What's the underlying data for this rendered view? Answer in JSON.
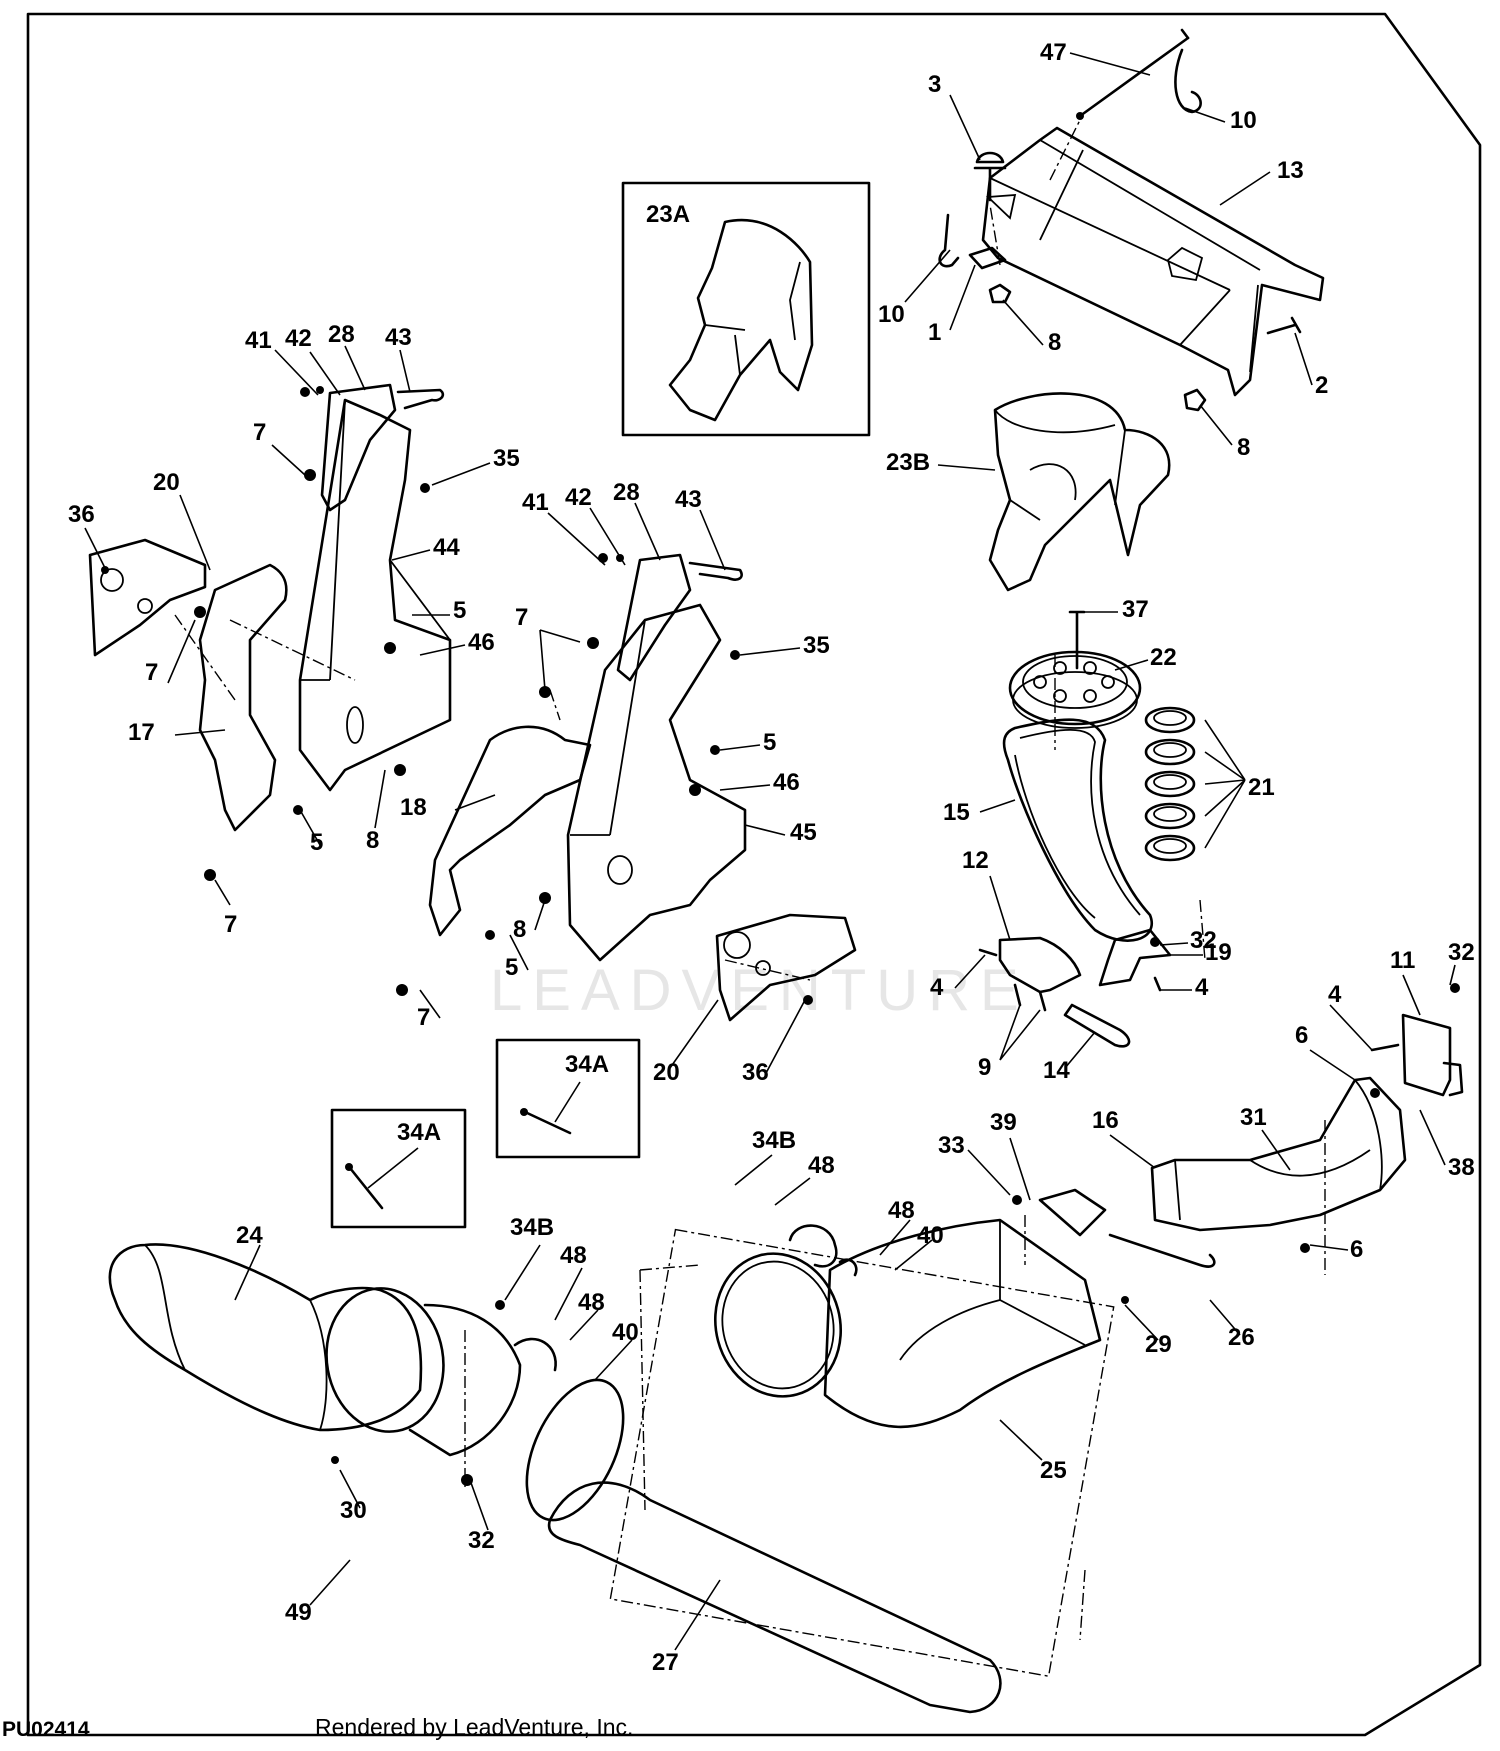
{
  "figure_code": "PU02414",
  "credit": "Rendered by LeadVenture, Inc.",
  "watermark": "LEADVENTURE",
  "inset_labels": [
    "23A",
    "34A",
    "34A"
  ],
  "callouts": [
    {
      "id": "c47",
      "label": "47"
    },
    {
      "id": "c3",
      "label": "3"
    },
    {
      "id": "c10a",
      "label": "10"
    },
    {
      "id": "c13",
      "label": "13"
    },
    {
      "id": "c10b",
      "label": "10"
    },
    {
      "id": "c1",
      "label": "1"
    },
    {
      "id": "c8a",
      "label": "8"
    },
    {
      "id": "c2",
      "label": "2"
    },
    {
      "id": "c8b",
      "label": "8"
    },
    {
      "id": "c23b",
      "label": "23B"
    },
    {
      "id": "c37",
      "label": "37"
    },
    {
      "id": "c22",
      "label": "22"
    },
    {
      "id": "c21",
      "label": "21"
    },
    {
      "id": "c15",
      "label": "15"
    },
    {
      "id": "c12",
      "label": "12"
    },
    {
      "id": "c32a",
      "label": "32"
    },
    {
      "id": "c19",
      "label": "19"
    },
    {
      "id": "c4a",
      "label": "4"
    },
    {
      "id": "c4b",
      "label": "4"
    },
    {
      "id": "c9",
      "label": "9"
    },
    {
      "id": "c14",
      "label": "14"
    },
    {
      "id": "c11",
      "label": "11"
    },
    {
      "id": "c32b",
      "label": "32"
    },
    {
      "id": "c4c",
      "label": "4"
    },
    {
      "id": "c6a",
      "label": "6"
    },
    {
      "id": "c38",
      "label": "38"
    },
    {
      "id": "c31",
      "label": "31"
    },
    {
      "id": "c16",
      "label": "16"
    },
    {
      "id": "c6b",
      "label": "6"
    },
    {
      "id": "c41a",
      "label": "41"
    },
    {
      "id": "c42a",
      "label": "42"
    },
    {
      "id": "c28a",
      "label": "28"
    },
    {
      "id": "c43a",
      "label": "43"
    },
    {
      "id": "c7a",
      "label": "7"
    },
    {
      "id": "c35a",
      "label": "35"
    },
    {
      "id": "c20a",
      "label": "20"
    },
    {
      "id": "c36a",
      "label": "36"
    },
    {
      "id": "c44",
      "label": "44"
    },
    {
      "id": "c5a",
      "label": "5"
    },
    {
      "id": "c46a",
      "label": "46"
    },
    {
      "id": "c7b",
      "label": "7"
    },
    {
      "id": "c17",
      "label": "17"
    },
    {
      "id": "c8c",
      "label": "8"
    },
    {
      "id": "c5b",
      "label": "5"
    },
    {
      "id": "c7c",
      "label": "7"
    },
    {
      "id": "c41b",
      "label": "41"
    },
    {
      "id": "c42b",
      "label": "42"
    },
    {
      "id": "c28b",
      "label": "28"
    },
    {
      "id": "c43b",
      "label": "43"
    },
    {
      "id": "c7d",
      "label": "7"
    },
    {
      "id": "c35b",
      "label": "35"
    },
    {
      "id": "c5c",
      "label": "5"
    },
    {
      "id": "c46b",
      "label": "46"
    },
    {
      "id": "c45",
      "label": "45"
    },
    {
      "id": "c18",
      "label": "18"
    },
    {
      "id": "c8d",
      "label": "8"
    },
    {
      "id": "c5d",
      "label": "5"
    },
    {
      "id": "c7e",
      "label": "7"
    },
    {
      "id": "c20b",
      "label": "20"
    },
    {
      "id": "c36b",
      "label": "36"
    },
    {
      "id": "c34b1",
      "label": "34B"
    },
    {
      "id": "c48a",
      "label": "48"
    },
    {
      "id": "c48b",
      "label": "48"
    },
    {
      "id": "c40a",
      "label": "40"
    },
    {
      "id": "c33",
      "label": "33"
    },
    {
      "id": "c39",
      "label": "39"
    },
    {
      "id": "c29",
      "label": "29"
    },
    {
      "id": "c26",
      "label": "26"
    },
    {
      "id": "c25",
      "label": "25"
    },
    {
      "id": "c24",
      "label": "24"
    },
    {
      "id": "c34b2",
      "label": "34B"
    },
    {
      "id": "c48c",
      "label": "48"
    },
    {
      "id": "c48d",
      "label": "48"
    },
    {
      "id": "c40b",
      "label": "40"
    },
    {
      "id": "c30",
      "label": "30"
    },
    {
      "id": "c32c",
      "label": "32"
    },
    {
      "id": "c49",
      "label": "49"
    },
    {
      "id": "c27",
      "label": "27"
    }
  ]
}
